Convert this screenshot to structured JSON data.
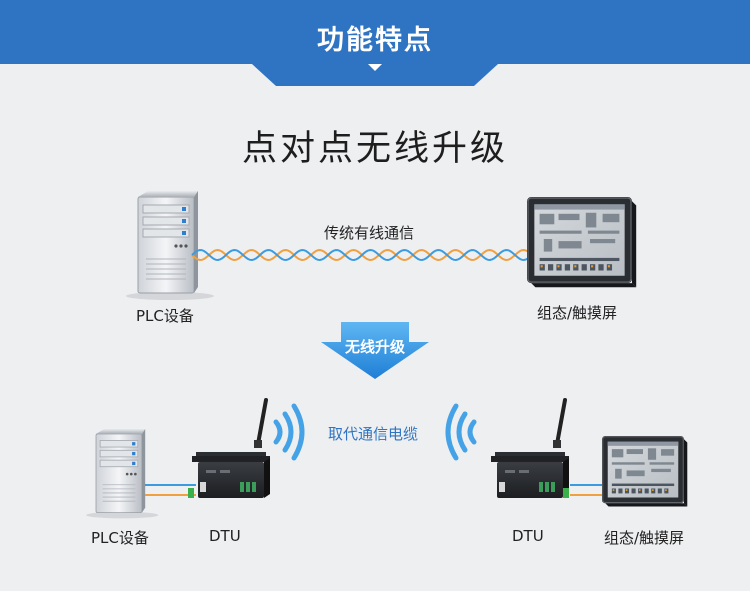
{
  "header": {
    "title": "功能特点"
  },
  "heading": "点对点无线升级",
  "top_section": {
    "cable_label": "传统有线通信",
    "plc_label": "PLC设备",
    "hmi_label": "组态/触摸屏"
  },
  "upgrade_arrow": {
    "label": "无线升级"
  },
  "bottom_section": {
    "wireless_label": "取代通信电缆",
    "plc_label": "PLC设备",
    "dtu_left_label": "DTU",
    "dtu_right_label": "DTU",
    "hmi_label": "组态/触摸屏"
  },
  "colors": {
    "header_blue": "#2e74c2",
    "wire_blue": "#3b9be0",
    "wire_orange": "#f0a040",
    "signal_blue": "#45a2e6"
  }
}
